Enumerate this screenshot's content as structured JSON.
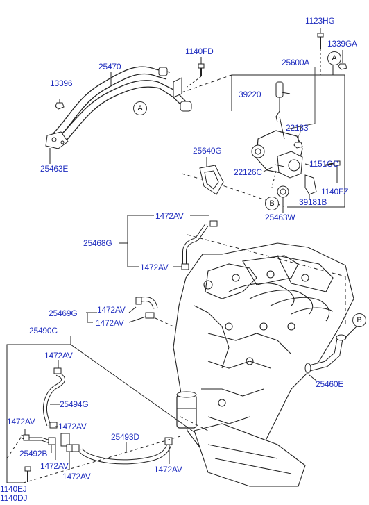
{
  "labels": {
    "p1123HG": "1123HG",
    "p1339GA": "1339GA",
    "p1140FD": "1140FD",
    "p25600A": "25600A",
    "p25470": "25470",
    "p13396": "13396",
    "p39220": "39220",
    "p22133": "22133",
    "p25640G": "25640G",
    "p1151CC": "1151CC",
    "p22126C": "22126C",
    "p1140FZ": "1140FZ",
    "p39181B": "39181B",
    "p25463E": "25463E",
    "p25463W": "25463W",
    "p1472AV_a": "1472AV",
    "p25468G": "25468G",
    "p1472AV_b": "1472AV",
    "p25469G": "25469G",
    "p1472AV_c": "1472AV",
    "p1472AV_d": "1472AV",
    "p25490C": "25490C",
    "p1472AV_e": "1472AV",
    "p25460E": "25460E",
    "p25494G": "25494G",
    "p1472AV_f": "1472AV",
    "p1472AV_g": "1472AV",
    "p25493D": "25493D",
    "p25492B": "25492B",
    "p1472AV_h": "1472AV",
    "p1472AV_i": "1472AV",
    "p1472AV_j": "1472AV",
    "p1140EJ": "1140EJ",
    "p1140DJ": "1140DJ"
  },
  "refs": {
    "a_left": "A",
    "a_top": "A",
    "b_mid": "B",
    "b_right": "B"
  },
  "colors": {
    "label_text": "#1f2dbf",
    "line_art": "#222222"
  }
}
